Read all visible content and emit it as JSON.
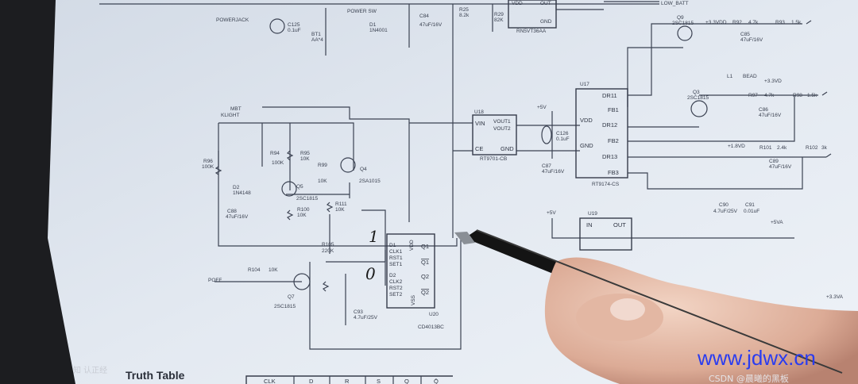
{
  "power": {
    "jack": "POWERJACK",
    "c125": "C125",
    "c125v": "0.1uF",
    "bt1": "BT1",
    "bt1v": "AA*4",
    "sw": "POWER SW",
    "d1": "D1",
    "d1v": "1N4001",
    "c84": "C84",
    "c84v": "47uF/16V",
    "r25": "R25",
    "r25v": "8.2k",
    "r29": "R29",
    "r29v": "82K",
    "rn": "RN5VT36AA",
    "vdd": "VDD",
    "out": "OUT",
    "gnd": "GND",
    "lowbatt": "LOW_BATT"
  },
  "reg33": {
    "q9": "Q9",
    "q9v": "2SC1815",
    "vdd": "+3.3VDD",
    "r92": "R92",
    "r92v": "4.7k",
    "r93": "R93",
    "r93v": "1.5k",
    "c85": "C85",
    "c85v": "47uF/16V",
    "l1": "L1",
    "l1v": "BEAD",
    "vd": "+3.3VD",
    "q3": "Q3",
    "q3v": "2SC1815",
    "r97": "R97",
    "r97v": "4.7k",
    "r98": "R98",
    "r98v": "1.5k",
    "c86": "C86",
    "c86v": "47uF/16V"
  },
  "u17": {
    "ref": "U17",
    "pins": [
      "DR11",
      "FB1",
      "DR12",
      "FB2",
      "DR13",
      "FB3"
    ],
    "vdd": "VDD",
    "gnd": "GND",
    "part": "RT9174-CS"
  },
  "u18": {
    "ref": "U18",
    "vin": "VIN",
    "vout1": "VOUT1",
    "vout2": "VOUT2",
    "ce": "CE",
    "gnd": "GND",
    "part": "RT9701-CB",
    "p5v": "+5V",
    "c126": "C126",
    "c126v": "0.1uF",
    "c87": "C87",
    "c87v": "47uF/16V"
  },
  "reg18": {
    "vd": "+1.8VD",
    "r101": "R101",
    "r101v": "2.4k",
    "r102": "R102",
    "r102v": "3k",
    "c89": "C89",
    "c89v": "47uF/16V"
  },
  "left": {
    "mbt": "MBT",
    "klight": "KLIGHT",
    "r96": "R96",
    "r96v": "100K",
    "r94": "R94",
    "r94v": "100K",
    "r95": "R95",
    "r95v": "10K",
    "r99": "R99",
    "r99v": "10K",
    "q4": "Q4",
    "q4v": "2SA1015",
    "d2": "D2",
    "d2v": "1N4148",
    "q5": "Q5",
    "q5v": "2SC1815",
    "c88": "C88",
    "c88v": "47uF/16V",
    "r100": "R100",
    "r100v": "10K",
    "r111": "R111",
    "r111v": "10K",
    "r105": "R105",
    "r105v": "220K",
    "poff": "POFF",
    "r104": "R104",
    "r104v": "10K",
    "q7": "Q7",
    "q7v": "2SC1815",
    "c93": "C93",
    "c93v": "4.7uF/25V"
  },
  "u20": {
    "ref": "U20",
    "part": "CD4013BC",
    "left": [
      "D1",
      "CLK1",
      "RST1",
      "SET1",
      "D2",
      "CLK2",
      "RST2",
      "SET2"
    ],
    "right": [
      "Q1",
      "Q1",
      "Q2",
      "Q2"
    ],
    "vdd": "VDD",
    "vss": "VSS",
    "hand1": "1",
    "hand0": "0"
  },
  "u19": {
    "ref": "U19",
    "p5v": "+5V",
    "in": "IN",
    "out": "OUT",
    "c90": "C90",
    "c90v": "4.7uF/25V",
    "c91": "C91",
    "c91v": "0.01uF",
    "p5va": "+5VA",
    "p33va": "+3.3VA"
  },
  "truth": {
    "title": "Truth Table",
    "headers": [
      "CLK",
      "D",
      "R",
      "S",
      "Q",
      "Q̄"
    ]
  },
  "watermark": {
    "site": "www.jdwx.cn",
    "csdn": "CSDN @晨曦的黑板",
    "corner": "知 认正经"
  }
}
